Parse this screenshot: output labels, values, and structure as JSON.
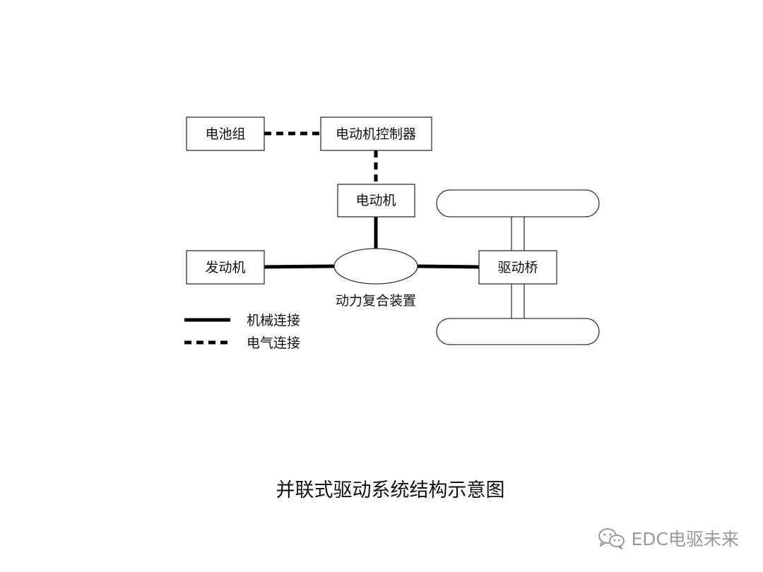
{
  "components": {
    "battery": "电池组",
    "motor_controller": "电动机控制器",
    "motor": "电动机",
    "engine": "发动机",
    "power_coupling": "动力复合装置",
    "drive_axle": "驱动桥"
  },
  "legend": {
    "mechanical": "机械连接",
    "electrical": "电气连接"
  },
  "caption": "并联式驱动系统结构示意图",
  "watermark": {
    "text": "EDC电驱未来",
    "icon": "wechat-icon"
  },
  "colors": {
    "line": "#000000",
    "box_stroke": "#333333",
    "watermark": "#9a9a9a"
  }
}
